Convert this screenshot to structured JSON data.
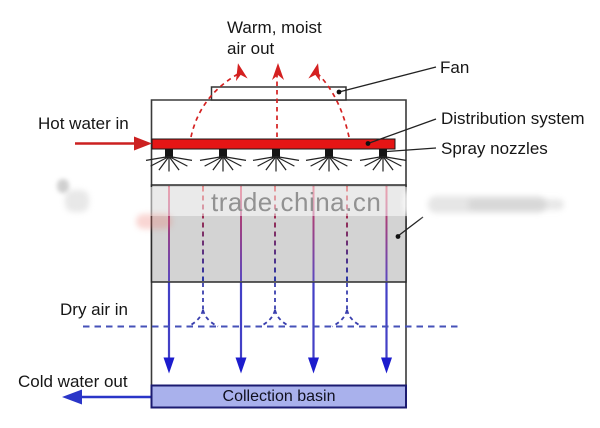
{
  "labels": {
    "warm_air_line1": "Warm, moist",
    "warm_air_line2": "air out",
    "fan": "Fan",
    "distribution_system": "Distribution system",
    "spray_nozzles": "Spray nozzles",
    "hot_water_in": "Hot water in",
    "dry_air_in": "Dry air in",
    "cold_water_out": "Cold water out",
    "collection_basin": "Collection basin"
  },
  "watermark": {
    "text": "trade.china.cn"
  },
  "colors": {
    "hot_water_red": "#cc2020",
    "distribution_pipe_red": "#e51515",
    "warm_air_red": "#d42020",
    "cold_water_blue": "#2a35c8",
    "water_arrow_blue": "#1c1ccd",
    "dry_air_blue": "#4651b8",
    "fill_media_gray": "#d3d3d3",
    "basin_fill": "#a9b1ec",
    "basin_border": "#1b1b70",
    "tower_outline": "#3a3a3a",
    "leader_black": "#222222",
    "watermark_gray": "#8b8b8b"
  }
}
